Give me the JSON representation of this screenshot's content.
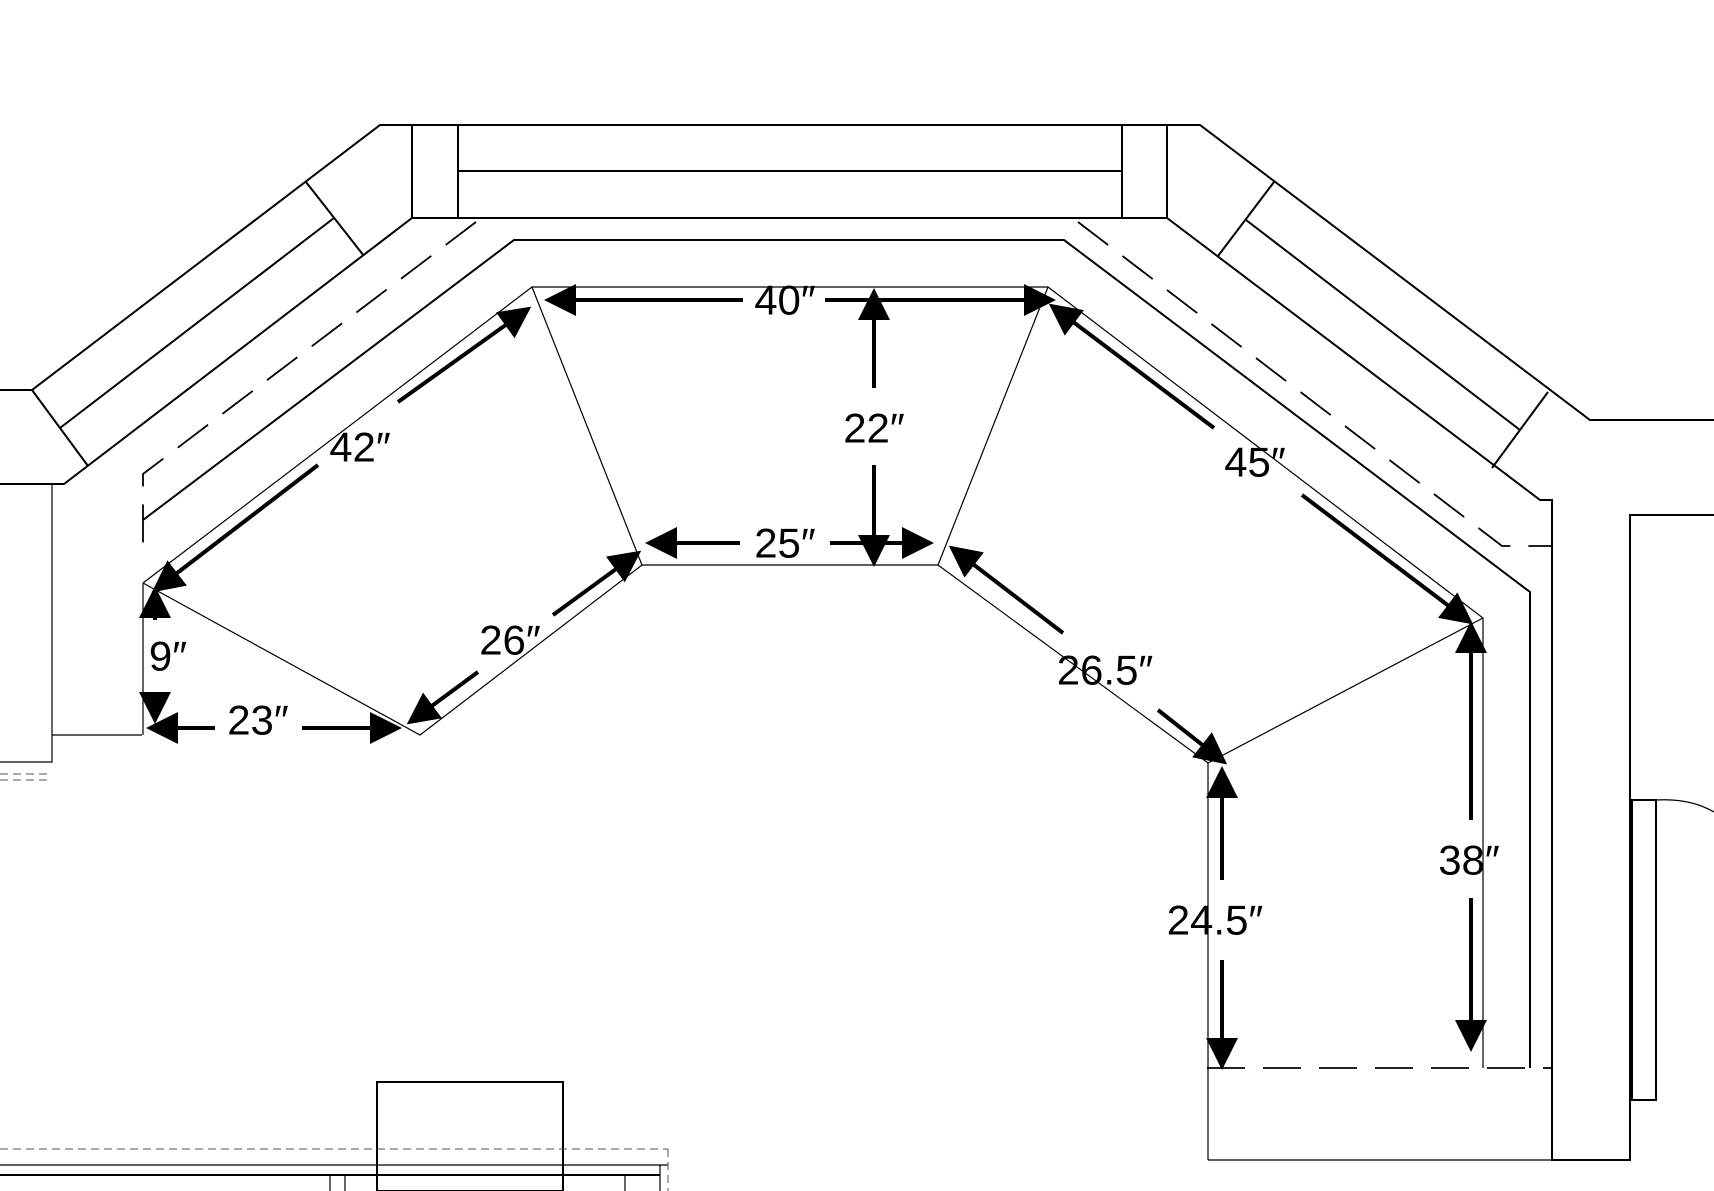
{
  "diagram": {
    "colors": {
      "line": "#000000",
      "background": "#ffffff"
    },
    "dimensions": [
      {
        "id": "top-width",
        "label": "40″"
      },
      {
        "id": "center-depth",
        "label": "22″"
      },
      {
        "id": "inner-width",
        "label": "25″"
      },
      {
        "id": "left-long-diagonal",
        "label": "42″"
      },
      {
        "id": "left-short-diagonal",
        "label": "26″"
      },
      {
        "id": "left-vertical",
        "label": "9″"
      },
      {
        "id": "left-horizontal",
        "label": "23″"
      },
      {
        "id": "right-long-diagonal",
        "label": "45″"
      },
      {
        "id": "right-short-diagonal",
        "label": "26.5″"
      },
      {
        "id": "right-inner-vertical",
        "label": "24.5″"
      },
      {
        "id": "right-outer-vertical",
        "label": "38″"
      }
    ]
  }
}
